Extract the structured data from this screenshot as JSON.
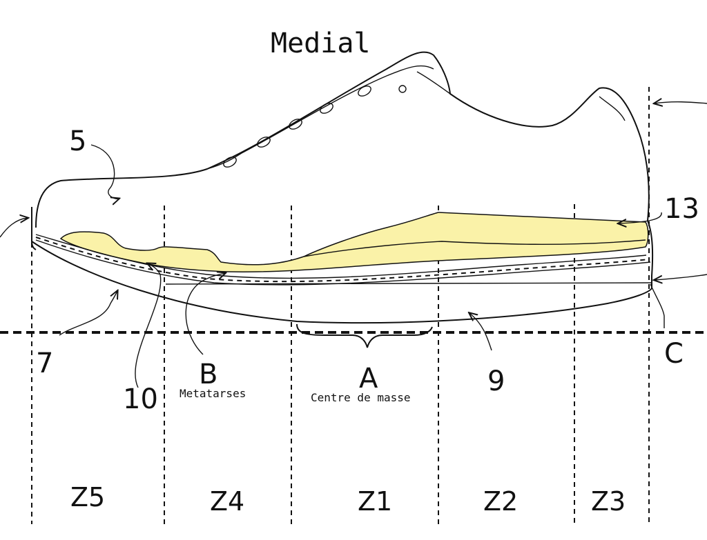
{
  "title": "Medial",
  "callouts": {
    "upper": "5",
    "midsole_top": "13",
    "outsole_front": "7",
    "insole_layer": "10",
    "outsole": "9",
    "heel_point": "C"
  },
  "regions": {
    "b": {
      "letter": "B",
      "caption": "Metatarses"
    },
    "a": {
      "letter": "A",
      "caption": "Centre de masse"
    }
  },
  "zones": [
    "Z5",
    "Z4",
    "Z1",
    "Z2",
    "Z3"
  ],
  "colors": {
    "insert_fill": "#faf2a8",
    "ink": "#111111"
  }
}
